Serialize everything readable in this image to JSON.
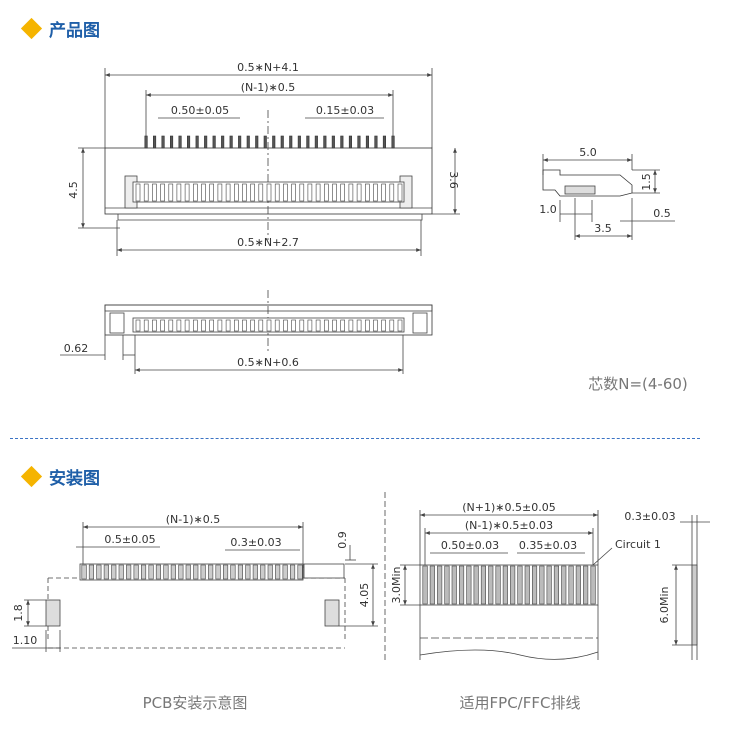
{
  "sections": {
    "product": {
      "title": "产品图",
      "pin_count_note": "芯数N=(4-60)"
    },
    "install": {
      "title": "安装图",
      "pcb_caption": "PCB安装示意图",
      "fpc_caption": "适用FPC/FFC排线"
    }
  },
  "dims": {
    "top_total": "0.5∗N+4.1",
    "top_span": "(N-1)∗0.5",
    "pitch": "0.50±0.05",
    "pin_width": "0.15±0.03",
    "height_left": "4.5",
    "height_right": "3.6",
    "bottom_width": "0.5∗N+2.7",
    "side_width": "5.0",
    "side_h": "1.5",
    "side_a": "1.0",
    "side_b": "0.5",
    "side_c": "3.5",
    "front_offset": "0.62",
    "front_width": "0.5∗N+0.6",
    "pcb_span": "(N-1)∗0.5",
    "pcb_pitch": "0.5±0.05",
    "pcb_pad": "0.3±0.03",
    "pcb_09": "0.9",
    "pcb_405": "4.05",
    "pcb_18": "1.8",
    "pcb_110": "1.10",
    "fpc_total": "(N+1)∗0.5±0.05",
    "fpc_span": "(N-1)∗0.5±0.03",
    "fpc_pitch": "0.50±0.03",
    "fpc_width": "0.35±0.03",
    "fpc_circuit": "Circuit  1",
    "fpc_min": "3.0Min",
    "fpc_thick": "0.3±0.03",
    "fpc_min6": "6.0Min"
  }
}
